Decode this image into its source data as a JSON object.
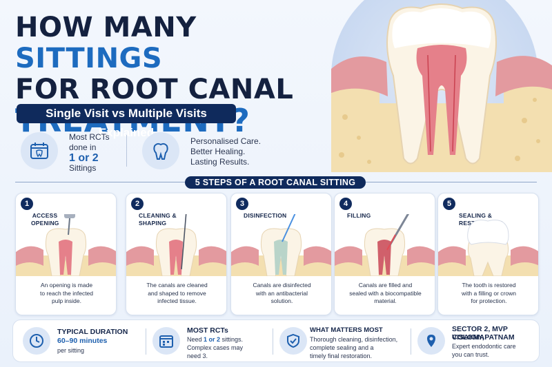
{
  "title": {
    "line1_a": "HOW MANY ",
    "line1_b": "SITTINGS",
    "line2": "FOR ROOT CANAL",
    "line3": "TREATMENT?"
  },
  "subtitle": "Single Visit vs Multiple Visits Explained",
  "info": {
    "left_line1": "Most RCTs",
    "left_line2": "done in",
    "left_big": "1 or 2",
    "left_line3": "Sittings",
    "right_line1": "Personalised Care.",
    "right_line2": "Better Healing.",
    "right_line3": "Lasting Results."
  },
  "steps_header": "5 STEPS OF A ROOT CANAL SITTING",
  "steps": [
    {
      "num": "1",
      "title_l1": "ACCESS",
      "title_l2": "OPENING",
      "desc_l1": "An opening is made",
      "desc_l2": "to reach the infected",
      "desc_l3": "pulp inside.",
      "desc_l4": ""
    },
    {
      "num": "2",
      "title_l1": "CLEANING &",
      "title_l2": "SHAPING",
      "desc_l1": "The canals are cleaned",
      "desc_l2": "and shaped to remove",
      "desc_l3": "infected tissue.",
      "desc_l4": ""
    },
    {
      "num": "3",
      "title_l1": "DISINFECTION",
      "title_l2": "",
      "desc_l1": "Canals are disinfected",
      "desc_l2": "with an antibacterial",
      "desc_l3": "solution.",
      "desc_l4": ""
    },
    {
      "num": "4",
      "title_l1": "FILLING",
      "title_l2": "",
      "desc_l1": "Canals are filled and",
      "desc_l2": "sealed with a biocompatible",
      "desc_l3": "material.",
      "desc_l4": ""
    },
    {
      "num": "5",
      "title_l1": "SEALING &",
      "title_l2": "RESTORATION",
      "desc_l1": "The tooth is restored",
      "desc_l2": "with a filling or crown",
      "desc_l3": "for protection.",
      "desc_l4": ""
    }
  ],
  "bottom": {
    "duration_head": "TYPICAL DURATION",
    "duration_value": "60–90 minutes",
    "duration_sub": "per sitting",
    "rct_head": "MOST RCTs",
    "rct_l1a": "Need ",
    "rct_l1b": "1 or 2",
    "rct_l1c": " sittings.",
    "rct_l2": "Complex cases may",
    "rct_l3": "need 3.",
    "matters_head": "WHAT MATTERS MOST",
    "matters_l1": "Thorough cleaning, disinfection,",
    "matters_l2": "complete sealing and a",
    "matters_l3": "timely final restoration.",
    "loc_head1": "SECTOR 2, MVP COLONY,",
    "loc_head2": "VISAKHAPATNAM",
    "loc_l1": "Expert endodontic care",
    "loc_l2": "you can trust."
  },
  "colors": {
    "navy": "#0f2a5c",
    "accent": "#1d6bbf",
    "gum": "#e39a9f",
    "bone": "#f3dfb0"
  },
  "icons": [
    "calendar-tooth-icon",
    "tooth-icon",
    "dental-drill-icon",
    "endo-file-icon",
    "irrigation-syringe-icon",
    "filling-tip-icon",
    "crown-icon",
    "clock-icon",
    "calendar-icon",
    "shield-check-icon",
    "location-pin-icon"
  ]
}
